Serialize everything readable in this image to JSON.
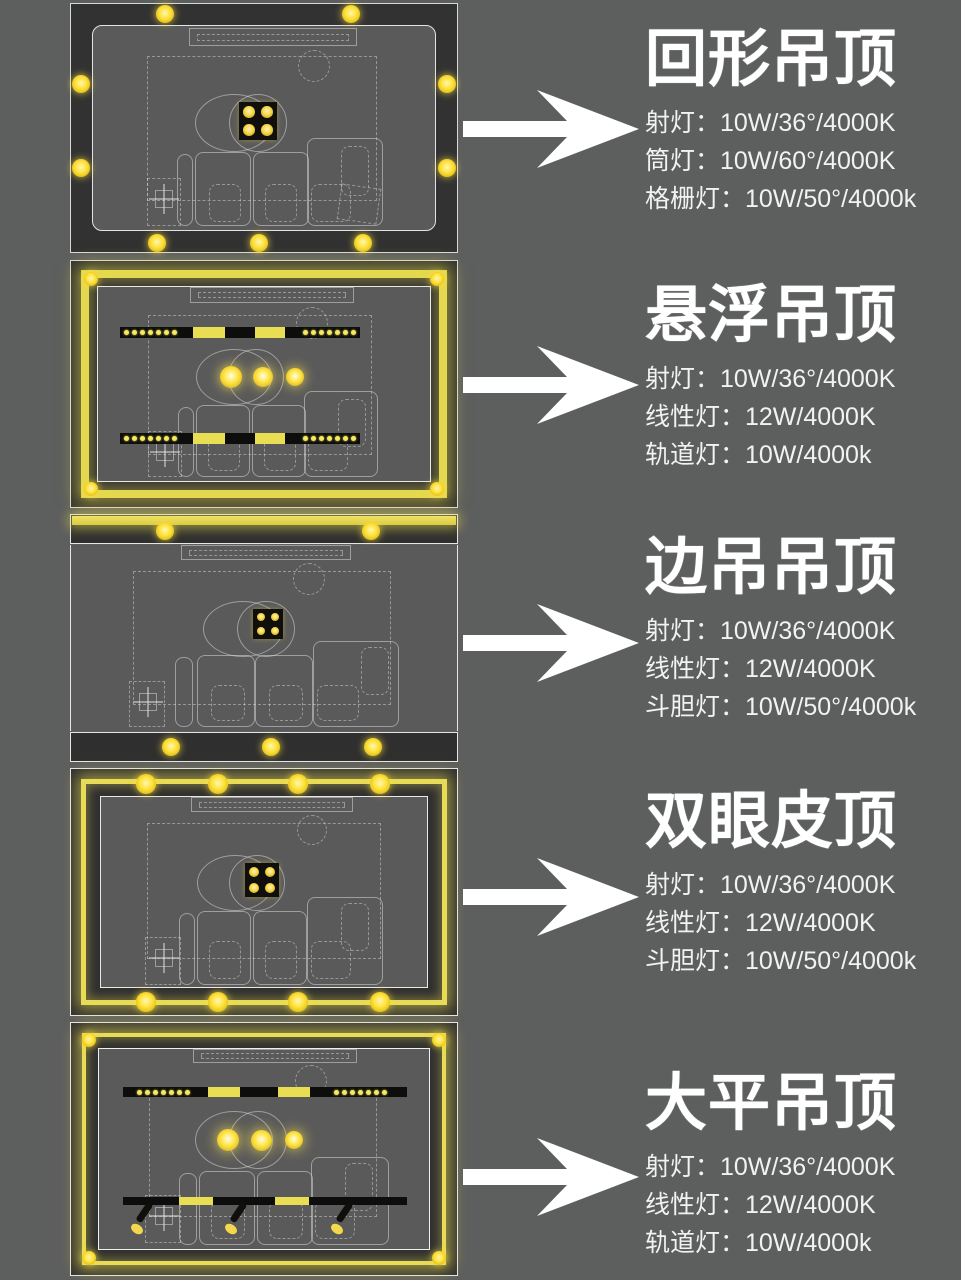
{
  "background_color": "#5d5e5e",
  "accent_color": "#ffe23d",
  "text_color": "#ffffff",
  "sections": [
    {
      "id": "huixing",
      "title": "回形吊顶",
      "specs": [
        "射灯：10W/36°/4000K",
        "筒灯：10W/60°/4000K",
        "格栅灯：10W/50°/4000k"
      ],
      "arrow": "arrow-right-icon"
    },
    {
      "id": "xuanfu",
      "title": "悬浮吊顶",
      "specs": [
        "射灯：10W/36°/4000K",
        "线性灯：12W/4000K",
        "轨道灯：10W/4000k"
      ],
      "arrow": "arrow-right-icon"
    },
    {
      "id": "biandiao",
      "title": "边吊吊顶",
      "specs": [
        "射灯：10W/36°/4000K",
        "线性灯：12W/4000K",
        "斗胆灯：10W/50°/4000k"
      ],
      "arrow": "arrow-right-icon"
    },
    {
      "id": "shuangyanpi",
      "title": "双眼皮顶",
      "specs": [
        "射灯：10W/36°/4000K",
        "线性灯：12W/4000K",
        "斗胆灯：10W/50°/4000k"
      ],
      "arrow": "arrow-right-icon"
    },
    {
      "id": "dapingdiao",
      "title": "大平吊顶",
      "specs": [
        "射灯：10W/36°/4000K",
        "线性灯：12W/4000K",
        "轨道灯：10W/4000k"
      ],
      "arrow": "arrow-right-icon"
    }
  ]
}
